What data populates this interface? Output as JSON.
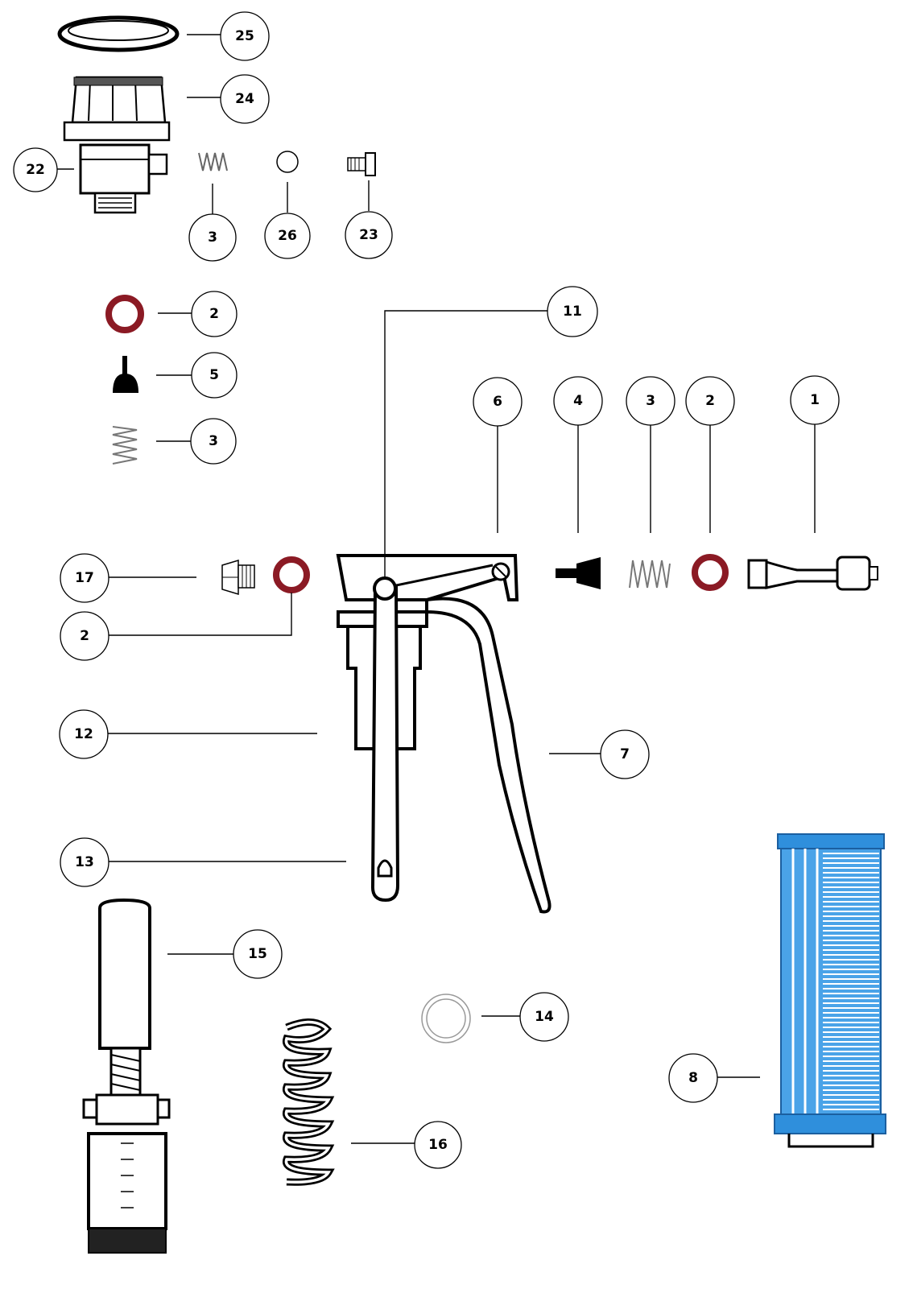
{
  "colors": {
    "seal_red": "#8b1a24",
    "filter_blue": "#2f8fdc",
    "line": "#000000"
  },
  "callouts": {
    "c1": "1",
    "c2a": "2",
    "c2b": "2",
    "c2c": "2",
    "c3a": "3",
    "c3b": "3",
    "c3c": "3",
    "c4": "4",
    "c5": "5",
    "c6": "6",
    "c7": "7",
    "c8": "8",
    "c11": "11",
    "c12": "12",
    "c13": "13",
    "c14": "14",
    "c15": "15",
    "c16": "16",
    "c17": "17",
    "c22": "22",
    "c23": "23",
    "c24": "24",
    "c25": "25",
    "c26": "26"
  }
}
